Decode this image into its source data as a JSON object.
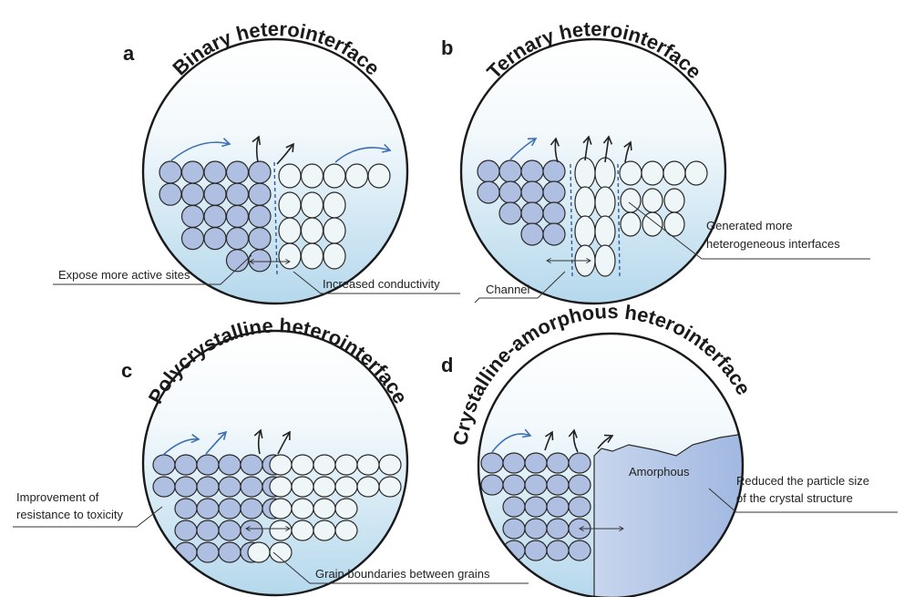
{
  "panels": {
    "a": {
      "letter": "a",
      "title": "Binary heterointerface",
      "callouts": [
        "Expose more active sites",
        "Increased conductivity"
      ]
    },
    "b": {
      "letter": "b",
      "title": "Ternary heterointerface",
      "callouts": [
        "Channel",
        "Generated more",
        "heterogeneous interfaces"
      ]
    },
    "c": {
      "letter": "c",
      "title": "Polycrystalline heterointerface",
      "callouts": [
        "Improvement of",
        "resistance to toxicity",
        "Grain boundaries between grains"
      ]
    },
    "d": {
      "letter": "d",
      "title": "Crystalline-amorphous heterointerface",
      "region_label": "Amorphous",
      "callouts": [
        "Reduced the particle size",
        "of the crystal structure"
      ]
    }
  },
  "colors": {
    "phase_blue": "#aebfe2",
    "phase_light": "#eef6f7",
    "background_gradient_top": "#ffffff",
    "background_gradient_bottom": "#b5d8ec",
    "amorphous_fill": "#a8bee3",
    "arrow_blue": "#3f6fb5",
    "outline": "#1a1a1a"
  }
}
